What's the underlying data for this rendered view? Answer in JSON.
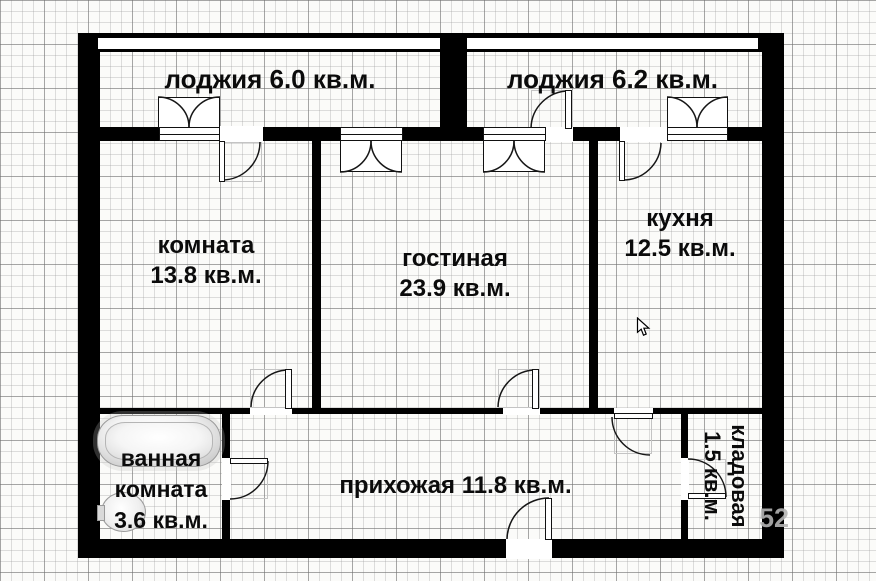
{
  "rooms": {
    "loggia_left": {
      "label": "лоджия 6.0 кв.м."
    },
    "loggia_right": {
      "label": "лоджия 6.2 кв.м."
    },
    "komnata": {
      "name": "комната",
      "area": "13.8 кв.м."
    },
    "gostinaya": {
      "name": "гостиная",
      "area": "23.9 кв.м."
    },
    "kuhnya": {
      "name": "кухня",
      "area": "12.5 кв.м."
    },
    "vannaya": {
      "line1": "ванная",
      "line2": "комната",
      "line3": "3.6 кв.м."
    },
    "prihozhaya": {
      "label": "прихожая 11.8 кв.м."
    },
    "kladovaya": {
      "line1": "кладовая",
      "line2": "1.5 кв.м."
    }
  },
  "watermark": "52",
  "icons": {
    "cursor": "mouse-cursor-icon",
    "bathtub": "bathtub-icon",
    "sink": "sink-icon"
  },
  "colors": {
    "wall": "#000000",
    "paper": "#fbfbf9",
    "grid_minor": "#d9d9d9",
    "grid_major": "#a9a9a9",
    "text": "#0b0b0b",
    "watermark": "#b3b3b3"
  }
}
